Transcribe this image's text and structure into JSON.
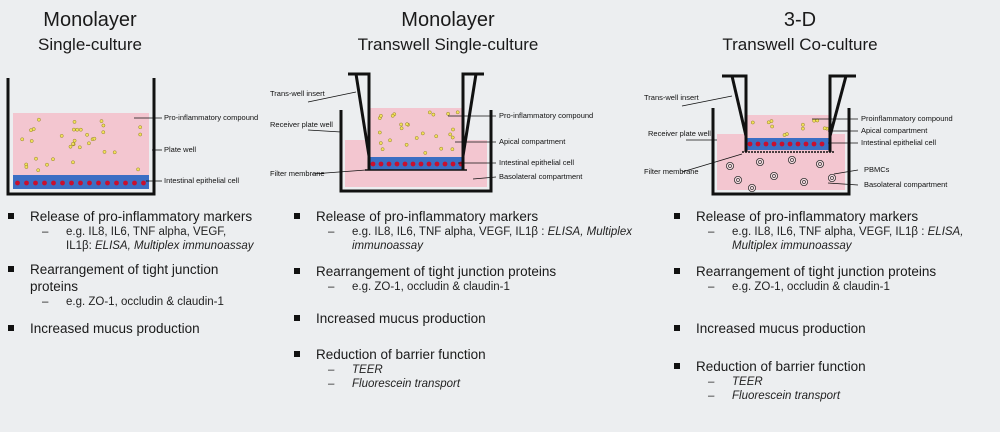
{
  "panels": [
    {
      "title": "Monolayer",
      "subtitle": "Single-culture",
      "labels": {
        "compound": "Pro-inflammatory compound",
        "well": "Plate well",
        "cell": "Intestinal epithelial cell"
      },
      "b1_head": "Release of pro-inflammatory markers",
      "b1_plain": "e.g. IL8, IL6, TNF alpha, VEGF, IL1β: ",
      "b1_italic": "ELISA, Multiplex immunoassay",
      "b2_head": "Rearrangement of tight junction proteins",
      "b2_sub": "e.g. ZO-1, occludin & claudin-1",
      "b3_head": "Increased mucus production"
    },
    {
      "title": "Monolayer",
      "subtitle": "Transwell Single-culture",
      "labels": {
        "insert": "Trans-well insert",
        "receiver": "Receiver plate well",
        "filter": "Filter membrane",
        "compound": "Pro-inflammatory compound",
        "apical": "Apical compartment",
        "cell": "Intestinal epithelial cell",
        "basolateral": "Basolateral compartment"
      },
      "b1_head": "Release of pro-inflammatory markers",
      "b1_plain": "e.g. IL8, IL6, TNF alpha, VEGF, IL1β : ",
      "b1_italic": "ELISA, Multiplex immunoassay",
      "b2_head": "Rearrangement of tight junction proteins",
      "b2_sub": "e.g. ZO-1, occludin & claudin-1",
      "b3_head": "Increased mucus production",
      "b4_head": "Reduction of barrier function",
      "b4_sub1": "TEER",
      "b4_sub2": "Fluorescein transport"
    },
    {
      "title": "3-D",
      "subtitle": "Transwell Co-culture",
      "labels": {
        "insert": "Trans-well insert",
        "receiver": "Receiver plate well",
        "filter": "Filter membrane",
        "compound": "Proinflammatory compound",
        "apical": "Apical compartment",
        "cell": "Intestinal epithelial cell",
        "pbmc": "PBMCs",
        "basolateral": "Basolateral compartment"
      },
      "b1_head": "Release of pro-inflammatory markers",
      "b1_plain": "e.g. IL8, IL6, TNF alpha, VEGF, IL1β : ",
      "b1_italic": "ELISA, Multiplex immunoassay",
      "b2_head": "Rearrangement of tight junction proteins",
      "b2_sub": "e.g. ZO-1, occludin & claudin-1",
      "b3_head": "Increased mucus production",
      "b4_head": "Reduction of barrier function",
      "b4_sub1": "TEER",
      "b4_sub2": "Fluorescein transport"
    }
  ],
  "colors": {
    "medium": "#f3c6d0",
    "cell_layer": "#3b6fc4",
    "nucleus": "#c8102e",
    "compound_dot": "#f2e15c",
    "outline": "#111111"
  }
}
